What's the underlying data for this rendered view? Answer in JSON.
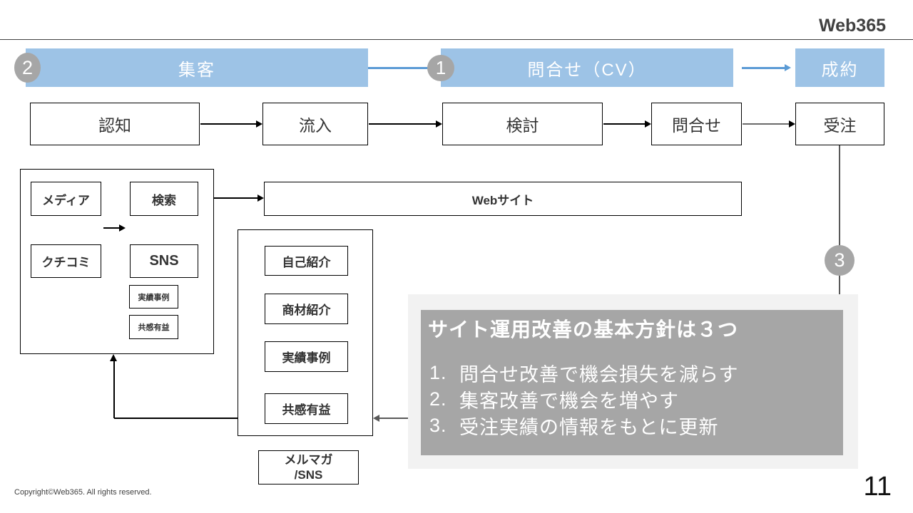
{
  "header": {
    "brand": "Web365"
  },
  "colors": {
    "banner_blue": "#9DC3E6",
    "arrow_blue": "#5B9BD5",
    "badge_gray": "#A6A6A6",
    "panel_dark_gray": "#A6A6A6",
    "panel_light_gray": "#F2F2F2"
  },
  "funnel": {
    "stages": [
      {
        "label": "集客",
        "badge": "2"
      },
      {
        "label": "問合せ（CV）",
        "badge": "1"
      },
      {
        "label": "成約"
      }
    ],
    "order_badge": "3",
    "steps": [
      "認知",
      "流入",
      "検討",
      "問合せ",
      "受注"
    ]
  },
  "sources_panel": {
    "boxes": [
      "メディア",
      "検索",
      "クチコミ",
      "SNS"
    ],
    "tags": [
      "実績事例",
      "共感有益"
    ]
  },
  "website_bar": {
    "label": "Webサイト"
  },
  "content_panel": {
    "boxes": [
      "自己紹介",
      "商材紹介",
      "実績事例",
      "共感有益"
    ]
  },
  "newsletter_box": {
    "line1": "メルマガ",
    "line2": "/SNS"
  },
  "policy_panel": {
    "title": "サイト運用改善の基本方針は３つ",
    "items": [
      {
        "num": "1.",
        "text": "問合せ改善で機会損失を減らす"
      },
      {
        "num": "2.",
        "text": "集客改善で機会を増やす"
      },
      {
        "num": "3.",
        "text": "受注実績の情報をもとに更新"
      }
    ]
  },
  "footer": {
    "copyright": "Copyright©Web365. All rights reserved.",
    "page_number": "11"
  }
}
